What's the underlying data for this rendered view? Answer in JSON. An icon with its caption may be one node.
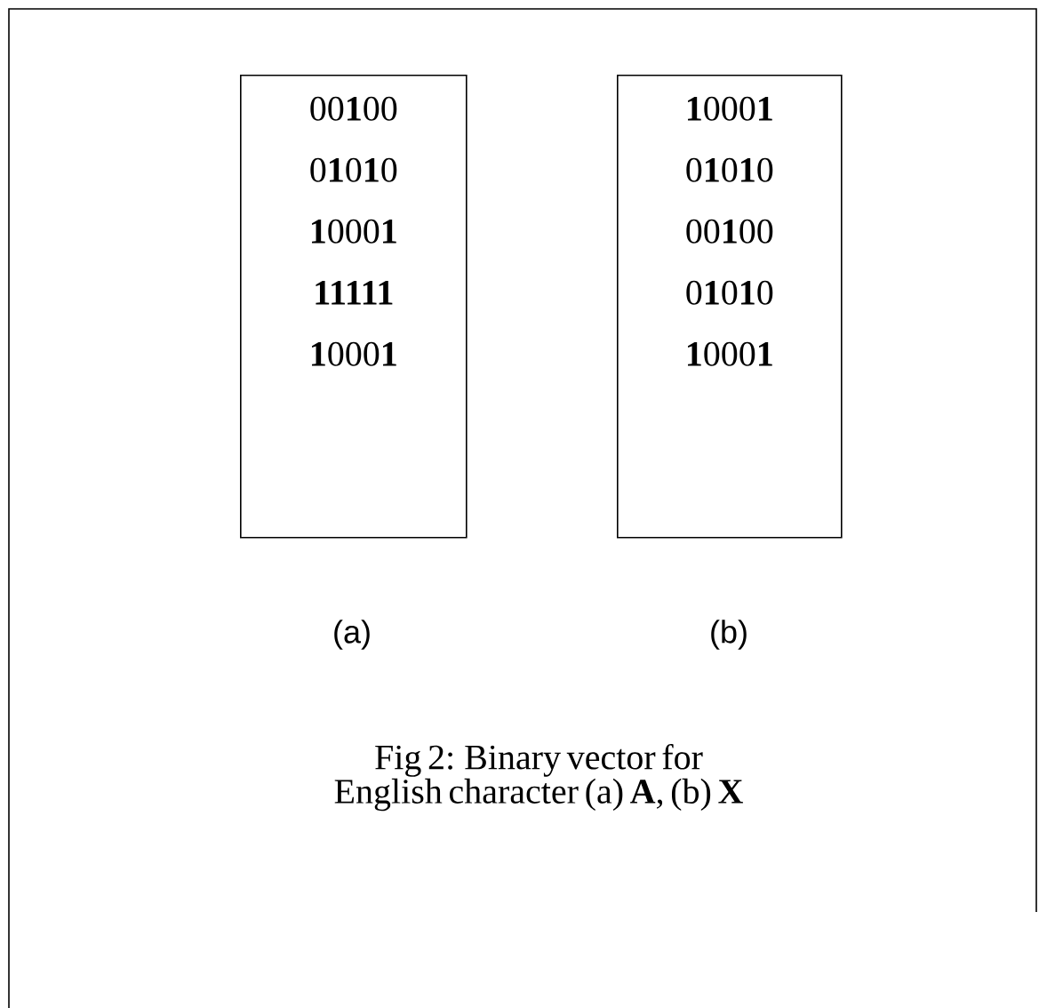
{
  "diagram": {
    "caption": "Fig 2: Binary vector for English character (a) **A**, (b) **X**",
    "nodes": [
      {
        "text": [
          "00**1**00",
          "0**1**0**1**0",
          "**1**000**1**",
          "**11111**",
          "**1**000**1**"
        ]
      },
      {
        "text": [
          "**1**000**1**",
          "0**1**0**1**0",
          "00**1**00",
          "0**1**0**1**0",
          "**1**000**1**"
        ]
      }
    ],
    "edges": [],
    "labels": [
      "(a)",
      "(b)"
    ]
  }
}
